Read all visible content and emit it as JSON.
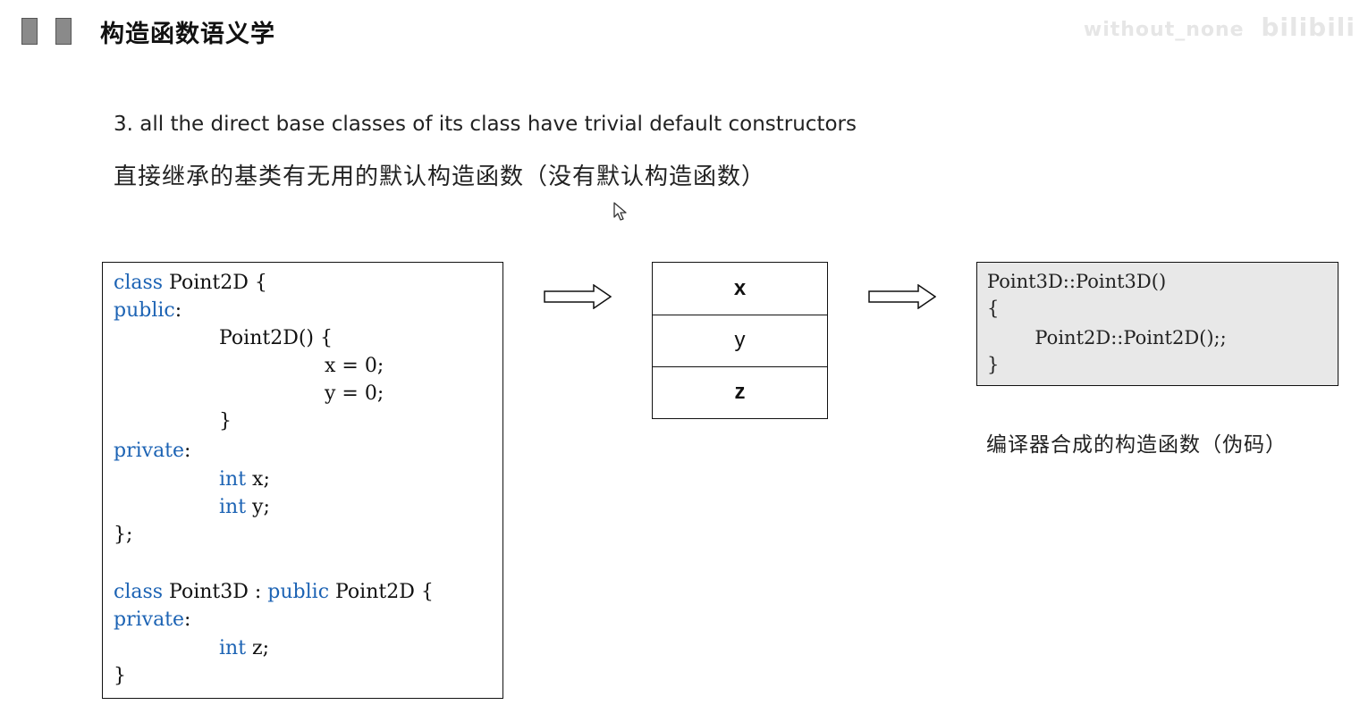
{
  "header": {
    "title": "构造函数语义学",
    "watermark_user": "without_none",
    "watermark_brand": "bilibili"
  },
  "intro": {
    "english_line": "3. all the direct base classes of its class have trivial default constructors",
    "chinese_line": "直接继承的基类有无用的默认构造函数（没有默认构造函数）"
  },
  "code_box": {
    "lines": [
      {
        "kw": "class",
        "rest": " Point2D {",
        "indent": 0
      },
      {
        "kw": "public",
        "rest": ":",
        "indent": 0
      },
      {
        "kw": "",
        "rest": "Point2D() {",
        "indent": 1
      },
      {
        "kw": "",
        "rest": "x = 0;",
        "indent": 2
      },
      {
        "kw": "",
        "rest": "y = 0;",
        "indent": 2
      },
      {
        "kw": "",
        "rest": "}",
        "indent": 1
      },
      {
        "kw": "private",
        "rest": ":",
        "indent": 0
      },
      {
        "kw": "int",
        "rest": " x;",
        "indent": 1
      },
      {
        "kw": "int",
        "rest": " y;",
        "indent": 1
      },
      {
        "kw": "",
        "rest": "};",
        "indent": 0
      },
      {
        "kw": "",
        "rest": "",
        "indent": 0
      },
      {
        "kw": "class",
        "rest": " Point3D : ",
        "kw2": "public",
        "rest2": " Point2D {",
        "indent": 0
      },
      {
        "kw": "private",
        "rest": ":",
        "indent": 0
      },
      {
        "kw": "int",
        "rest": " z;",
        "indent": 1
      },
      {
        "kw": "",
        "rest": "}",
        "indent": 0
      }
    ]
  },
  "memory_layout": {
    "cells": [
      "x",
      "y",
      "z"
    ]
  },
  "pseudo_code": {
    "lines": [
      "Point3D::Point3D()",
      "{",
      "        Point2D::Point2D();;",
      "}"
    ],
    "caption": "编译器合成的构造函数（伪码）"
  },
  "colors": {
    "keyword": "#1c63b4",
    "pseudo_bg": "#e8e8e8"
  },
  "icons": {
    "cursor": "mouse-pointer-icon",
    "arrow": "right-arrow-icon"
  }
}
